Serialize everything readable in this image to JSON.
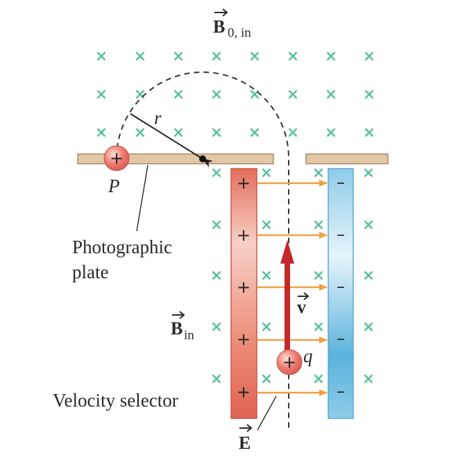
{
  "labels": {
    "field_out_region": "B",
    "field_out_sub": "0, in",
    "field_selector": "B",
    "field_selector_sub": "in",
    "electric_field": "E",
    "velocity": "v",
    "radius": "r",
    "charge": "q",
    "point": "P",
    "plate_line1": "Photographic",
    "plate_line2": "plate",
    "selector": "Velocity selector",
    "plus": "+",
    "minus": "–"
  },
  "colors": {
    "field_cross": "#5cc0a0",
    "plate_fill": "#e3c8a8",
    "plate_stroke": "#a88a68",
    "positive_plate": "#e87e6c",
    "negative_plate": "#8ccbe8",
    "field_arrow": "#f0a040",
    "velocity_arrow": "#c42828",
    "particle": "#e86a60",
    "path": "#333333"
  },
  "icons": {
    "field_marker": "cross-mark-icon",
    "particle": "positive-charge-icon"
  }
}
